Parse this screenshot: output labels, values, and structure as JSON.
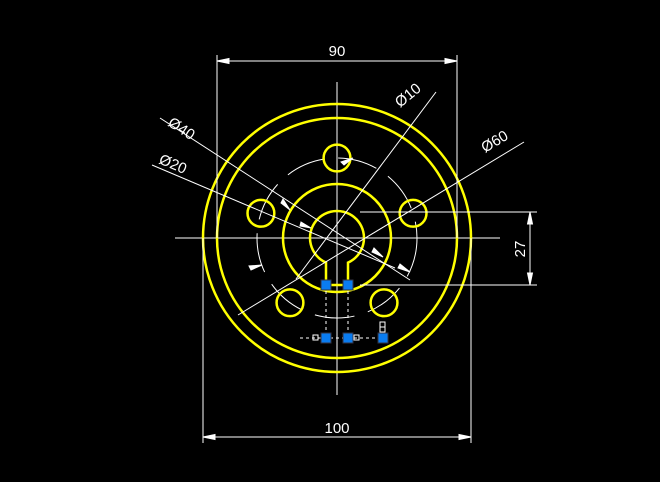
{
  "drawing": {
    "dimensions": {
      "top_width": "90",
      "bottom_width": "100",
      "right_height": "27",
      "hole_diameter": "Ø10",
      "bolt_circle_diameter": "Ø60",
      "inner_circle_diameter": "Ø40",
      "keyhole_diameter": "Ø20"
    },
    "colors": {
      "background": "#000000",
      "geometry": "#ffff00",
      "annotation": "#ffffff",
      "grip": "#0a7cf0"
    },
    "bolt_hole_count": 5
  }
}
